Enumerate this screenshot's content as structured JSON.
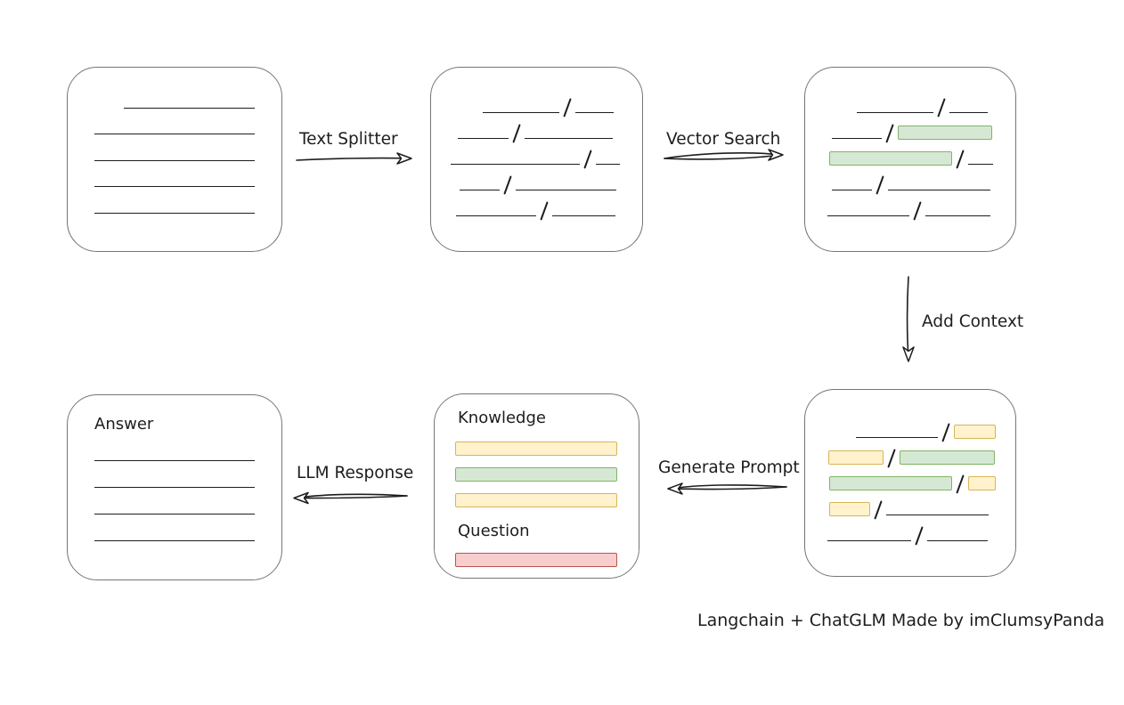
{
  "colors": {
    "background": "#ffffff",
    "ink": "#1d1d1d",
    "box-stroke": "#757575",
    "green-fill": "#d5e8d4",
    "green-stroke": "#82b366",
    "yellow-fill": "#fff2cc",
    "yellow-stroke": "#d6b656",
    "red-fill": "#f8cecc",
    "red-stroke": "#b85450"
  },
  "arrows": {
    "text_splitter": {
      "label": "Text Splitter"
    },
    "vector_search": {
      "label": "Vector Search"
    },
    "add_context": {
      "label": "Add Context"
    },
    "generate_prompt": {
      "label": "Generate Prompt"
    },
    "llm_response": {
      "label": "LLM Response"
    }
  },
  "boxes": {
    "document": {
      "rows": [
        [
          {
            "t": "gap",
            "w": 33
          },
          {
            "t": "line",
            "w": 147
          }
        ],
        [
          {
            "t": "line",
            "w": 180
          }
        ],
        [
          {
            "t": "line",
            "w": 180
          }
        ],
        [
          {
            "t": "line",
            "w": 180
          }
        ],
        [
          {
            "t": "line",
            "w": 180
          }
        ]
      ]
    },
    "chunks": {
      "rows": [
        [
          {
            "t": "gap",
            "w": 36
          },
          {
            "t": "line",
            "w": 86
          },
          {
            "t": "slash"
          },
          {
            "t": "line",
            "w": 43
          }
        ],
        [
          {
            "t": "gap",
            "w": 8
          },
          {
            "t": "line",
            "w": 57
          },
          {
            "t": "slash"
          },
          {
            "t": "line",
            "w": 99
          }
        ],
        [
          {
            "t": "line",
            "w": 145
          },
          {
            "t": "slash"
          },
          {
            "t": "line",
            "w": 27
          }
        ],
        [
          {
            "t": "gap",
            "w": 10
          },
          {
            "t": "line",
            "w": 45
          },
          {
            "t": "slash"
          },
          {
            "t": "line",
            "w": 113
          }
        ],
        [
          {
            "t": "gap",
            "w": 6
          },
          {
            "t": "line",
            "w": 90
          },
          {
            "t": "slash"
          },
          {
            "t": "line",
            "w": 71
          }
        ]
      ]
    },
    "retrieved_chunks": {
      "rows": [
        [
          {
            "t": "gap",
            "w": 36
          },
          {
            "t": "line",
            "w": 86
          },
          {
            "t": "slash"
          },
          {
            "t": "line",
            "w": 43
          }
        ],
        [
          {
            "t": "gap",
            "w": 8
          },
          {
            "t": "line",
            "w": 56
          },
          {
            "t": "slash"
          },
          {
            "t": "green",
            "w": 106
          }
        ],
        [
          {
            "t": "gap",
            "w": 5
          },
          {
            "t": "green",
            "w": 138
          },
          {
            "t": "slash"
          },
          {
            "t": "line",
            "w": 28
          }
        ],
        [
          {
            "t": "gap",
            "w": 8
          },
          {
            "t": "line",
            "w": 45
          },
          {
            "t": "slash"
          },
          {
            "t": "line",
            "w": 115
          }
        ],
        [
          {
            "t": "gap",
            "w": 3
          },
          {
            "t": "line",
            "w": 92
          },
          {
            "t": "slash"
          },
          {
            "t": "line",
            "w": 73
          }
        ]
      ]
    },
    "context": {
      "rows": [
        [
          {
            "t": "gap",
            "w": 35
          },
          {
            "t": "line",
            "w": 92
          },
          {
            "t": "slash"
          },
          {
            "t": "yellow",
            "w": 47
          }
        ],
        [
          {
            "t": "gap",
            "w": 4
          },
          {
            "t": "yellow",
            "w": 62
          },
          {
            "t": "slash"
          },
          {
            "t": "green",
            "w": 107
          }
        ],
        [
          {
            "t": "gap",
            "w": 5
          },
          {
            "t": "green",
            "w": 138
          },
          {
            "t": "slash"
          },
          {
            "t": "yellow",
            "w": 31
          }
        ],
        [
          {
            "t": "gap",
            "w": 5
          },
          {
            "t": "yellow",
            "w": 46
          },
          {
            "t": "slash"
          },
          {
            "t": "line",
            "w": 115
          }
        ],
        [
          {
            "t": "gap",
            "w": 3
          },
          {
            "t": "line",
            "w": 94
          },
          {
            "t": "slash"
          },
          {
            "t": "line",
            "w": 68
          }
        ]
      ]
    },
    "prompt": {
      "knowledge_label": "Knowledge",
      "question_label": "Question",
      "knowledge_rows": [
        [
          {
            "t": "yellow",
            "w": 182
          }
        ],
        [
          {
            "t": "green",
            "w": 182
          }
        ],
        [
          {
            "t": "yellow",
            "w": 182
          }
        ]
      ],
      "question_rows": [
        [
          {
            "t": "red",
            "w": 182
          }
        ]
      ]
    },
    "answer": {
      "label": "Answer",
      "rows": [
        [
          {
            "t": "line",
            "w": 180
          }
        ],
        [
          {
            "t": "line",
            "w": 180
          }
        ],
        [
          {
            "t": "line",
            "w": 180
          }
        ],
        [
          {
            "t": "line",
            "w": 180
          }
        ]
      ]
    }
  },
  "caption": "Langchain + ChatGLM Made by imClumsyPanda"
}
